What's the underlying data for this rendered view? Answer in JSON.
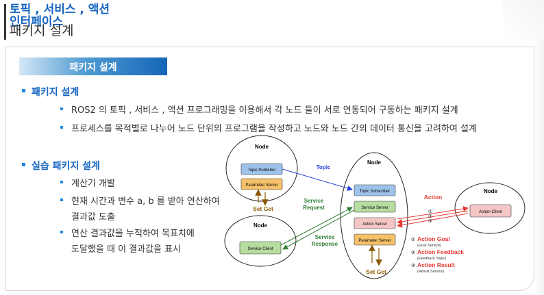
{
  "header": {
    "title_line1": "토픽 , 서비스 , 액션",
    "title_line2": "인터페이스",
    "subtitle": "패키지 설계"
  },
  "section": {
    "label": "패키지 설계"
  },
  "bullets": {
    "main1": "패키지 설계",
    "sub1": "ROS2 의 토픽 , 서비스 , 액션 프로그래밍을 이용해서 각 노드 들이 서로 연동되어 구동하는 패키지 설계",
    "sub2": "프로세스를 목적별로 나누어 노드 단위의 프로그램을 작성하고 노드와 노드 간의 데이터 통신을 고려하여 설계",
    "main2": "실습 패키지 설계",
    "item1": "계산기 개발",
    "item2_line1": "현재 시간과 변수  a, b 를 받아 연산하여",
    "item2_line2": "결과값 도출",
    "item3_line1": "연산 결과값을 누적하여 목표치에",
    "item3_line2": "도달했을 때 이 결과값을 표시"
  },
  "diagram": {
    "node_label": "Node",
    "topic_publisher": "Topic Publisher",
    "parameter_server": "Parameter Server",
    "set_get": "Set Get",
    "service_client": "Service Client",
    "topic_label": "Topic",
    "topic_subscriber": "Topic Subscriber",
    "service_server": "Service Server",
    "action_server": "Action Server",
    "service_request_1": "Service",
    "service_request_2": "Request",
    "service_response_1": "Service",
    "service_response_2": "Response",
    "action_label": "Action",
    "action_client": "Action Client",
    "num1": "①",
    "num2": "②",
    "num3": "③",
    "goal": "Action Goal",
    "goal_sub": "(Goal Service)",
    "feedback": "Action Feedback",
    "feedback_sub": "(Feedback Topic)",
    "result": "Action Result",
    "result_sub": "(Result Service)"
  },
  "colors": {
    "accent": "#1565c0",
    "topic_blue": "#1f3fd8",
    "service_green": "#2e7d32",
    "action_red": "#e53935",
    "param_orange": "#f6c16a",
    "setget_brown": "#8a5a00"
  }
}
